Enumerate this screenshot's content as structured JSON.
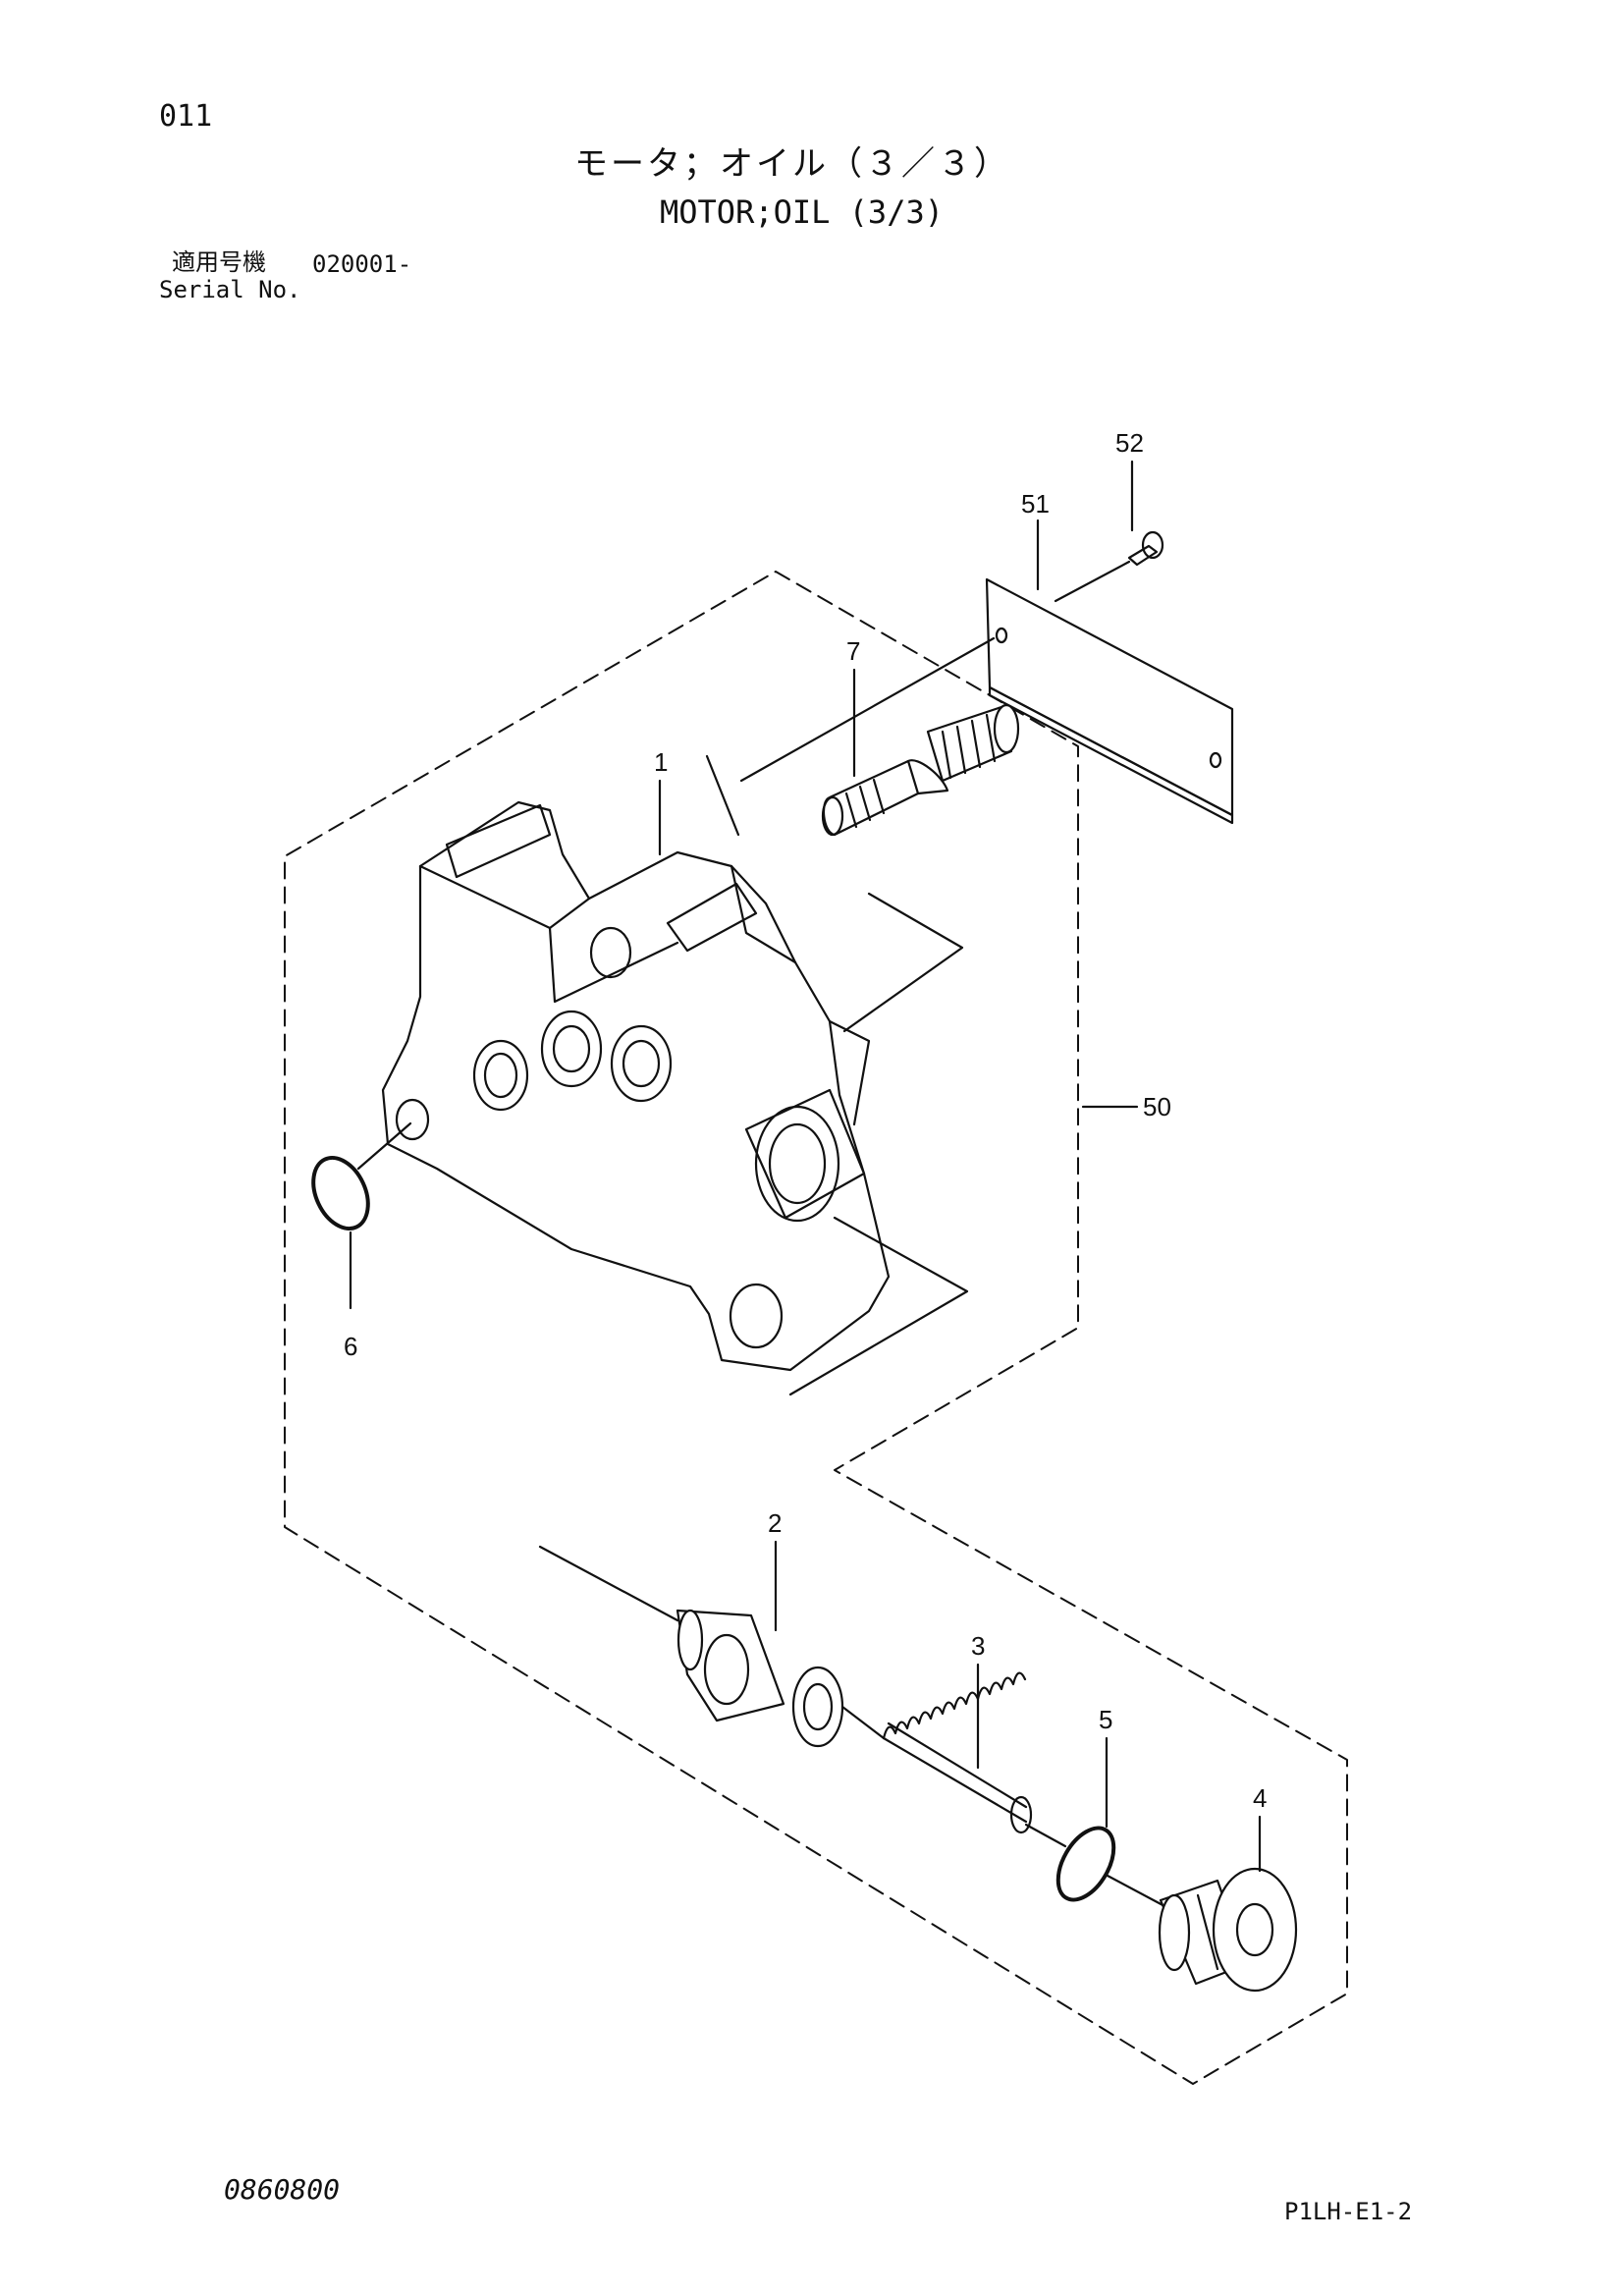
{
  "header": {
    "page_number": "011",
    "title_jp": "モータ；オイル（３／３）",
    "title_en": "MOTOR;OIL (3/3)",
    "serial_label_jp": "適用号機",
    "serial_range": "020001-",
    "serial_label_en": "Serial No."
  },
  "callouts": {
    "p1": "1",
    "p2": "2",
    "p3": "3",
    "p4": "4",
    "p5": "5",
    "p6": "6",
    "p7": "7",
    "p50": "50",
    "p51": "51",
    "p52": "52"
  },
  "footer": {
    "doc_number": "0860800",
    "page_code": "P1LH-E1-2"
  }
}
